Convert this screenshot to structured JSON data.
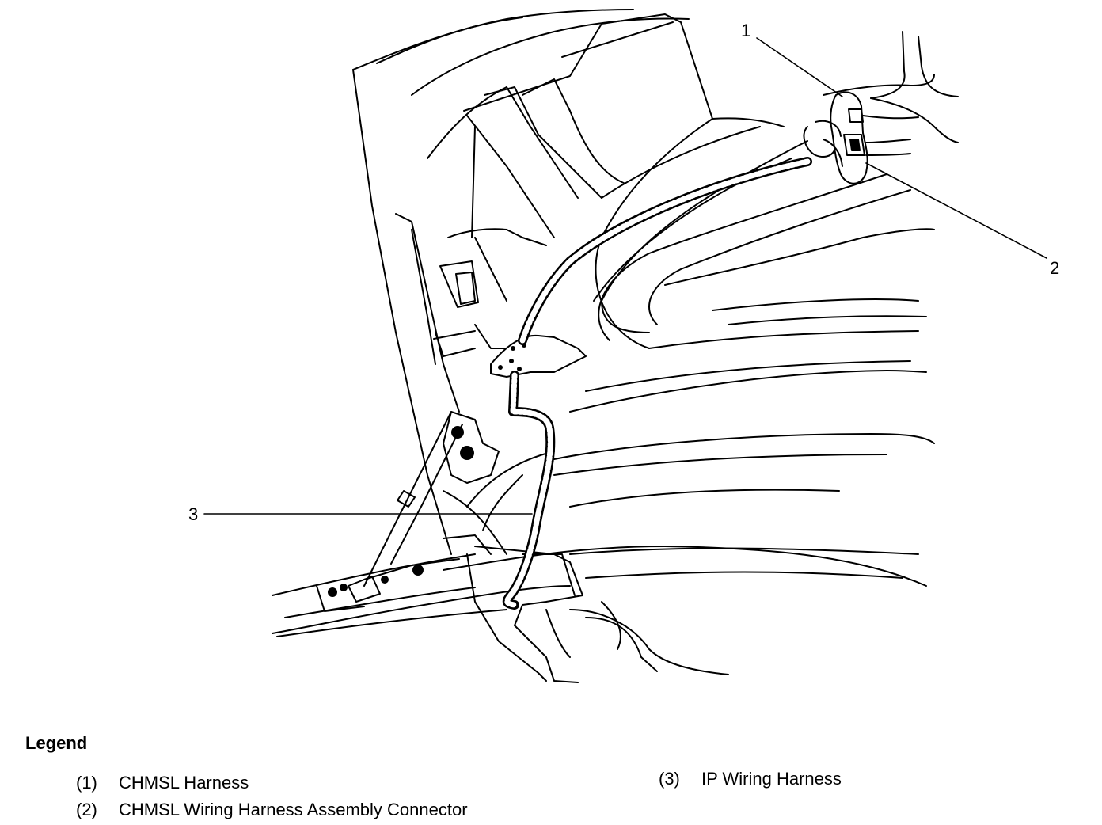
{
  "callouts": {
    "c1": "1",
    "c2": "2",
    "c3": "3"
  },
  "legend": {
    "title": "Legend",
    "items": [
      {
        "num": "(1)",
        "label": "CHMSL Harness"
      },
      {
        "num": "(2)",
        "label": "CHMSL Wiring Harness Assembly Connector"
      },
      {
        "num": "(3)",
        "label": "IP Wiring Harness"
      }
    ]
  }
}
